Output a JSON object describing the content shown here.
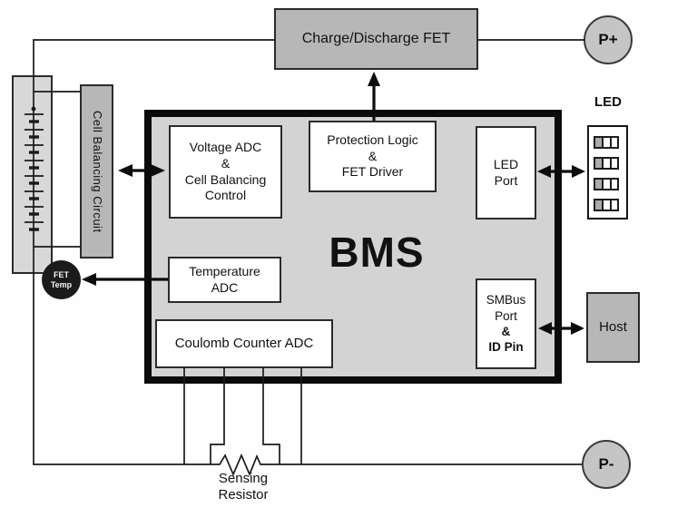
{
  "diagram_type": "BMS block diagram",
  "colors": {
    "bms_fill": "#d3d3d3",
    "bms_border": "#0b0b0b",
    "gray_block_fill": "#b7b7b7",
    "battery_fill": "#d8d8d8",
    "terminal_fill": "#c5c5c5",
    "fet_temp_fill": "#1b1b1b",
    "wire": "#1a1a1a",
    "background": "#fefefe"
  },
  "labels": {
    "bms": "BMS",
    "charge_fet": "Charge/Discharge FET",
    "p_plus": "P+",
    "p_minus": "P-",
    "led": "LED",
    "host": "Host",
    "cell_balancing": "Cell Balancing Circuit",
    "fet_temp": [
      "FET",
      "Temp"
    ],
    "voltage_adc": [
      "Voltage ADC",
      "&",
      "Cell Balancing",
      "Control"
    ],
    "protection": [
      "Protection Logic",
      "&",
      "FET Driver"
    ],
    "led_port": [
      "LED",
      "Port"
    ],
    "temp_adc": [
      "Temperature",
      "ADC"
    ],
    "coulomb": "Coulomb Counter ADC",
    "smbus": [
      "SMBus",
      "Port",
      "&",
      "ID Pin"
    ],
    "sensing_resistor": [
      "Sensing",
      "Resistor"
    ]
  },
  "led_indicators": 4,
  "battery_cells": 8
}
